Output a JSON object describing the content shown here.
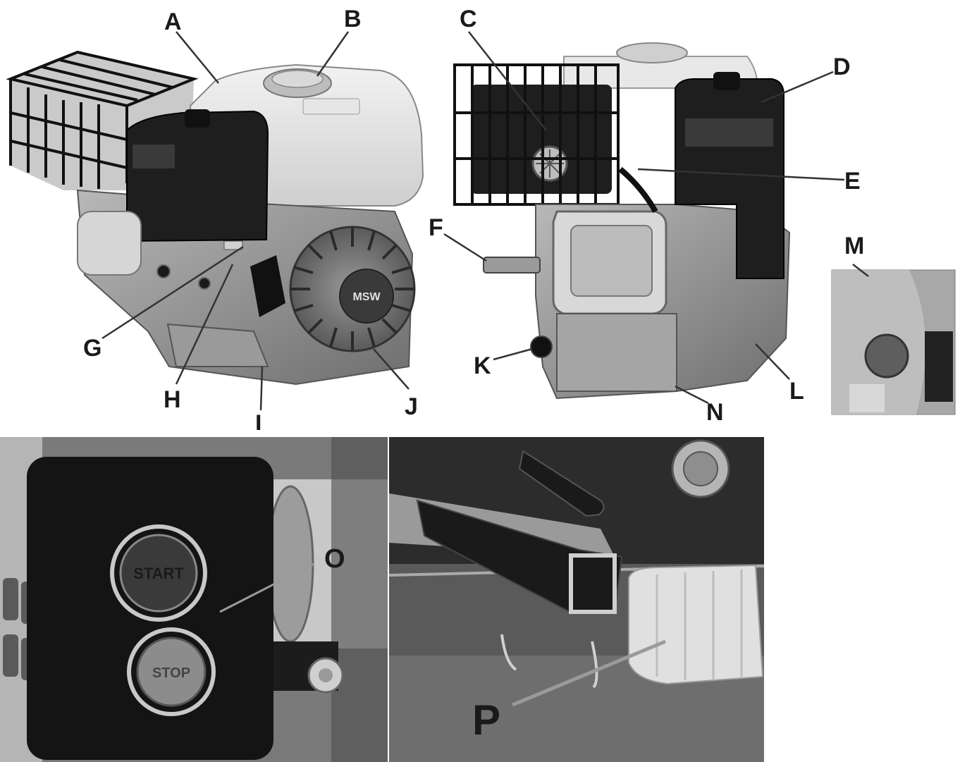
{
  "callouts": {
    "A": "A",
    "B": "B",
    "C": "C",
    "D": "D",
    "E": "E",
    "F": "F",
    "G": "G",
    "H": "H",
    "I": "I",
    "J": "J",
    "K": "K",
    "L": "L",
    "M": "M",
    "N": "N",
    "O": "O",
    "P": "P"
  },
  "panel_o": {
    "start_label": "START",
    "stop_label": "STOP"
  },
  "engine_left": {
    "brand_mark": "MSW"
  }
}
